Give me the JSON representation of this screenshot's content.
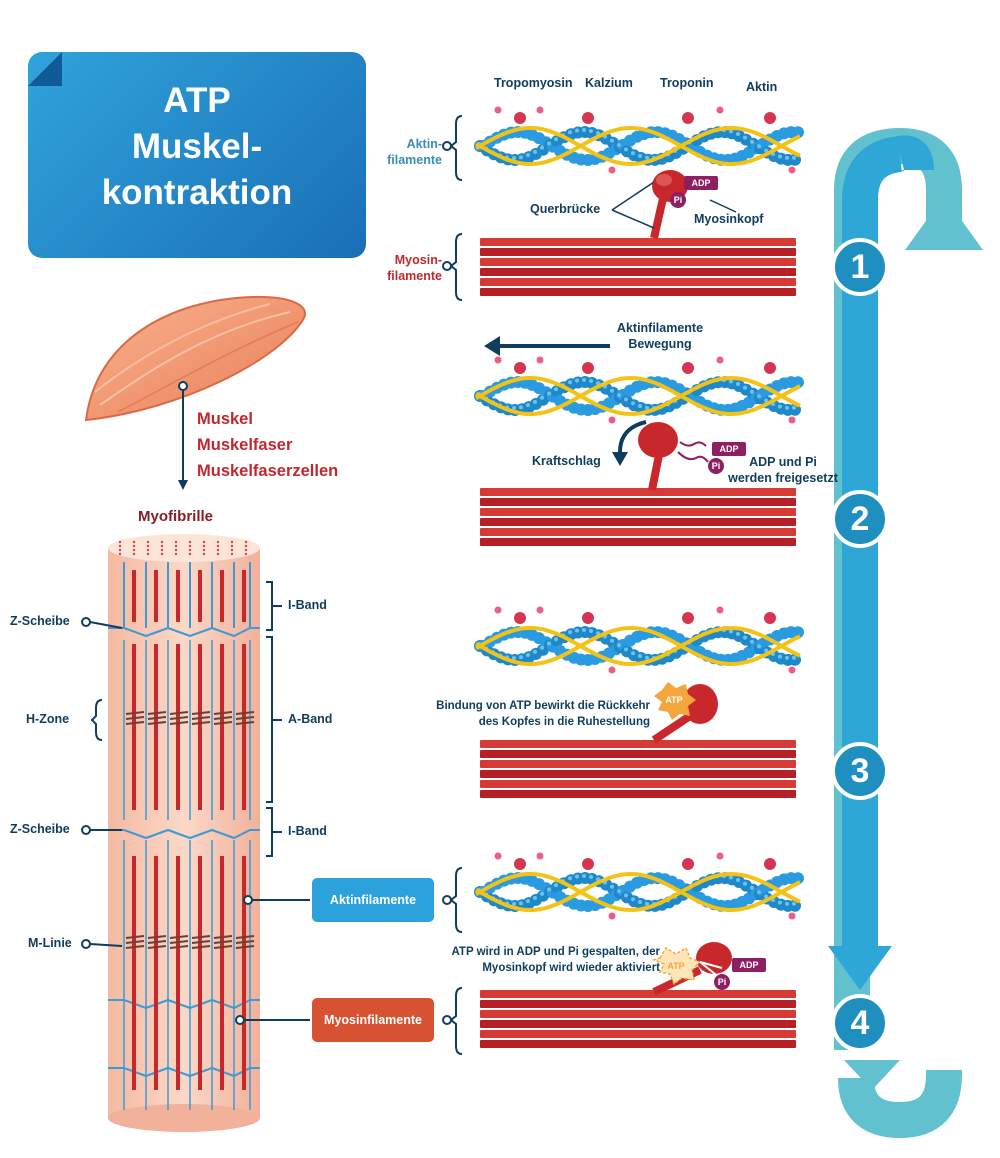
{
  "title": {
    "line1": "ATP",
    "line2": "Muskel-",
    "line3": "kontraktion"
  },
  "muscle": {
    "labels": [
      "Muskel",
      "Muskelfaser",
      "Muskelfaserzellen"
    ]
  },
  "myofibril": {
    "title": "Myofibrille",
    "left_labels": {
      "z1": "Z-Scheibe",
      "h": "H-Zone",
      "z2": "Z-Scheibe",
      "m": "M-Linie"
    },
    "right_labels": {
      "i1": "I-Band",
      "a": "A-Band",
      "i2": "I-Band"
    },
    "aktin_pill": "Aktinfilamente",
    "myosin_pill": "Myosinfilamente"
  },
  "step1": {
    "top_labels": [
      "Tropomyosin",
      "Kalzium",
      "Troponin",
      "Aktin"
    ],
    "aktin_label_1": "Aktin-",
    "aktin_label_2": "filamente",
    "myosin_label_1": "Myosin-",
    "myosin_label_2": "filamente",
    "querbruecke": "Querbrücke",
    "myosinkopf": "Myosinkopf"
  },
  "step2": {
    "movement_1": "Aktinfilamente",
    "movement_2": "Bewegung",
    "kraftschlag": "Kraftschlag",
    "released_1": "ADP und Pi",
    "released_2": "werden freigesetzt"
  },
  "step3": {
    "line1": "Bindung von ATP bewirkt die Rückkehr",
    "line2": "des Kopfes in die Ruhestellung"
  },
  "step4": {
    "line1": "ATP wird in ADP und Pi gespalten, der",
    "line2": "Myosinkopf wird wieder aktiviert"
  },
  "molecules": {
    "adp": "ADP",
    "pi": "Pi",
    "atp": "ATP"
  },
  "cycle_numbers": [
    "1",
    "2",
    "3",
    "4"
  ],
  "colors": {
    "title_blue": "#1f86cc",
    "navy": "#0f3d5e",
    "red": "#c0282e",
    "actin_blue": "#1e88c9",
    "tropomyosin_yellow": "#f2c316",
    "myosin_red": "#c8282c",
    "cycle_dark": "#2ea7d6",
    "cycle_light": "#62c1cf",
    "myofibril_pink": "#f8c9b4",
    "aktin_pill": "#2ba2dc",
    "myosin_pill": "#d65233",
    "adp_purple": "#8e1f63",
    "atp_orange": "#f3a63c"
  }
}
